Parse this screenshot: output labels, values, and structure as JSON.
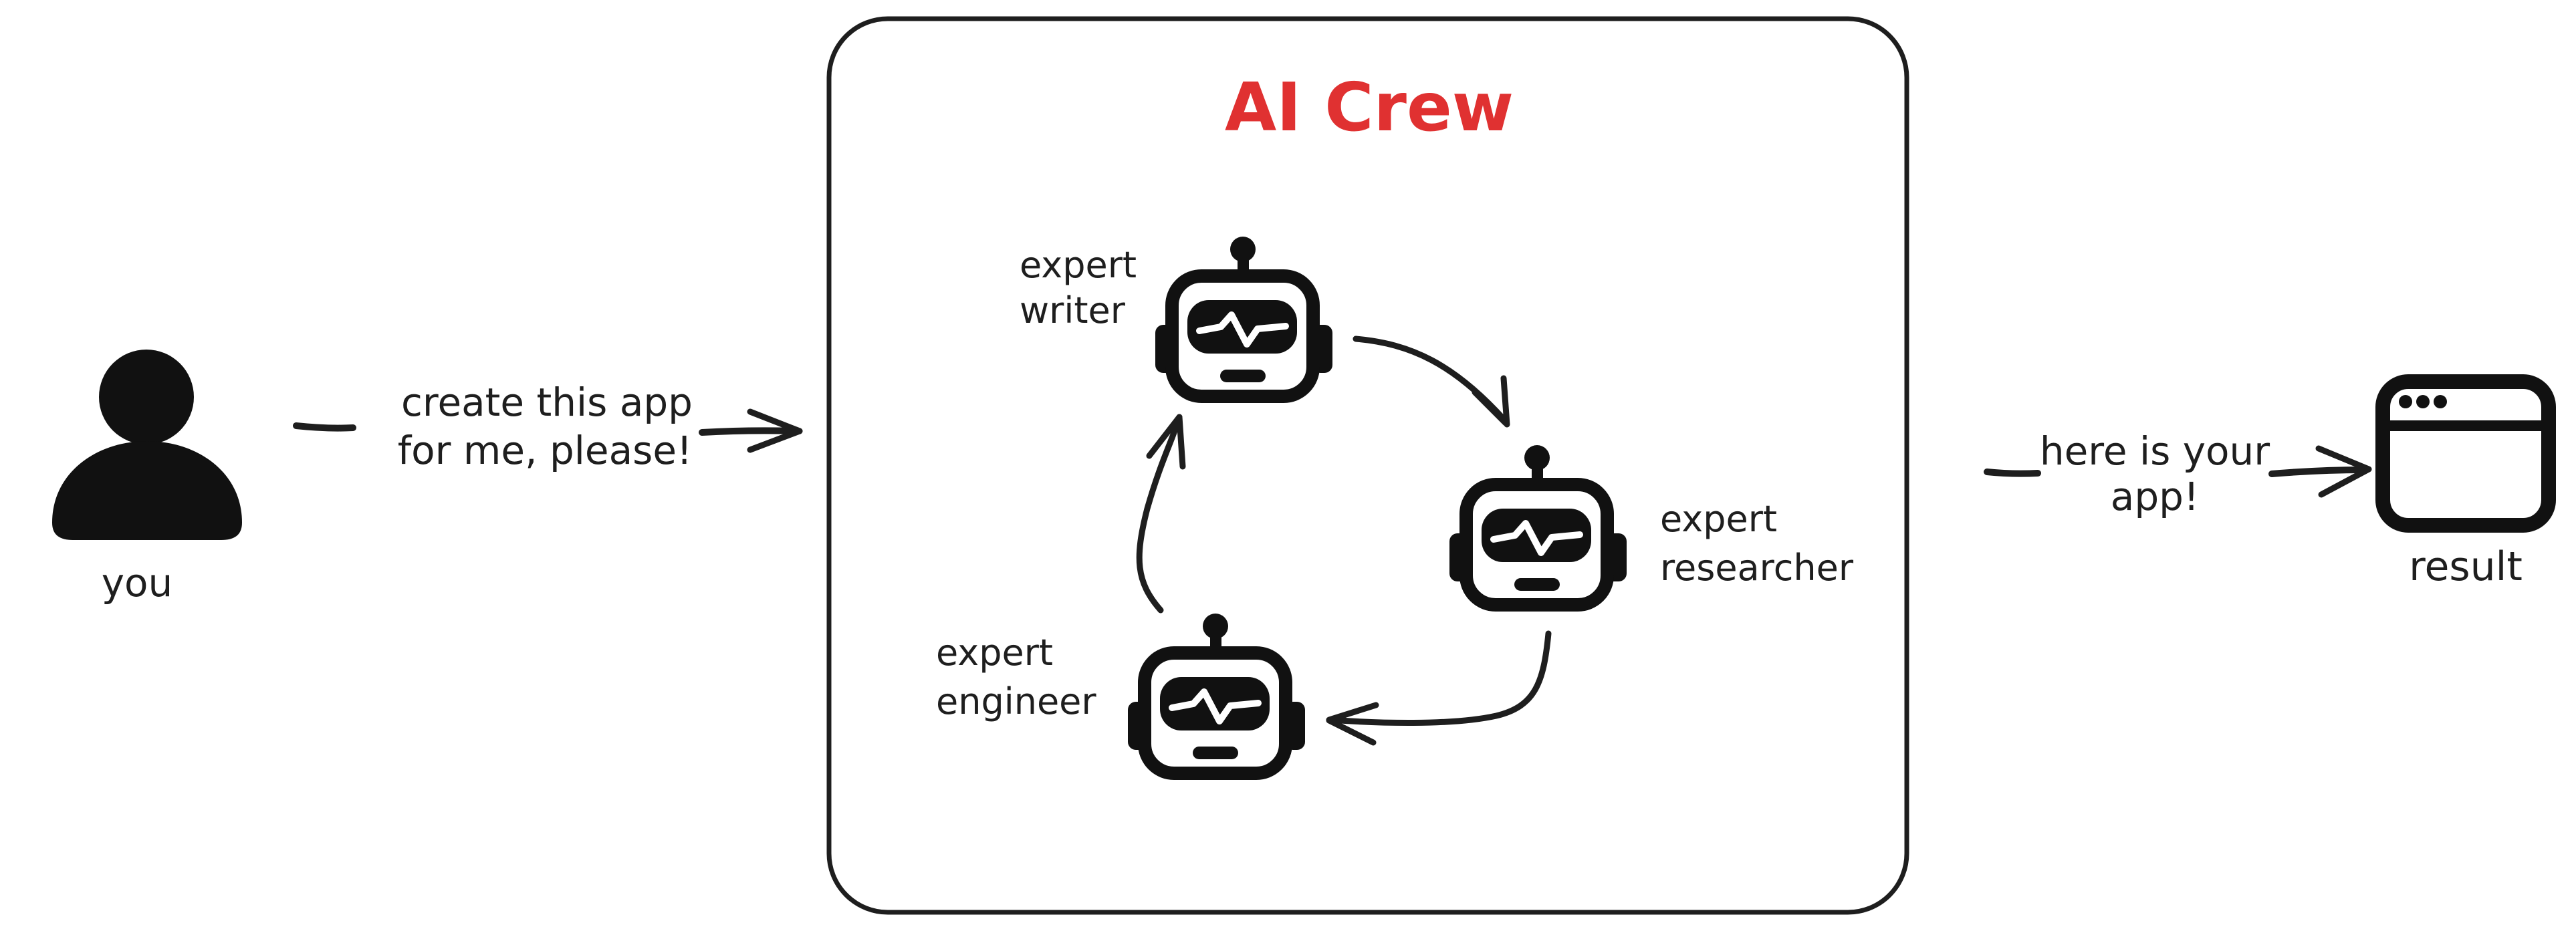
{
  "diagram": {
    "background": "#ffffff",
    "ink": "#1e1e1e",
    "accent": "#e03131",
    "user": {
      "icon": "person-icon",
      "label": "you"
    },
    "request": {
      "line1": "create this app",
      "line2": "for me, please!"
    },
    "crew": {
      "title": "AI Crew",
      "agents": [
        {
          "icon": "robot-icon",
          "role_line1": "expert",
          "role_line2": "writer"
        },
        {
          "icon": "robot-icon",
          "role_line1": "expert",
          "role_line2": "researcher"
        },
        {
          "icon": "robot-icon",
          "role_line1": "expert",
          "role_line2": "engineer"
        }
      ]
    },
    "delivery": {
      "line1": "here is your",
      "line2": "app!"
    },
    "result": {
      "icon": "browser-window-icon",
      "label": "result"
    }
  }
}
